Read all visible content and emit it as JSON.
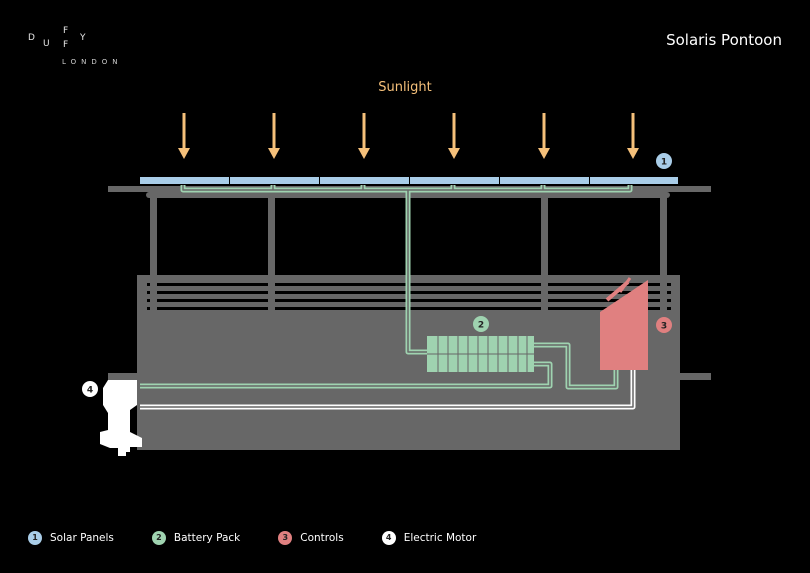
{
  "brand": {
    "letters": [
      "D",
      "U",
      "F",
      "F",
      "Y"
    ],
    "sub": "LONDON"
  },
  "title": "Solaris Pontoon",
  "sunlight_label": "Sunlight",
  "components": [
    {
      "number": "1",
      "label": "Solar Panels",
      "color": "#a9cde8"
    },
    {
      "number": "2",
      "label": "Battery Pack",
      "color": "#9fd3b0"
    },
    {
      "number": "3",
      "label": "Controls",
      "color": "#e08080"
    },
    {
      "number": "4",
      "label": "Electric Motor",
      "color": "#ffffff"
    }
  ],
  "colors": {
    "hull": "#676767",
    "arrow": "#f5c07a",
    "cable_green": "#9fd3b0",
    "cable_white": "#ffffff",
    "solar_panel": "#a9cde8",
    "battery": "#9fd3b0",
    "controls": "#e08080"
  }
}
